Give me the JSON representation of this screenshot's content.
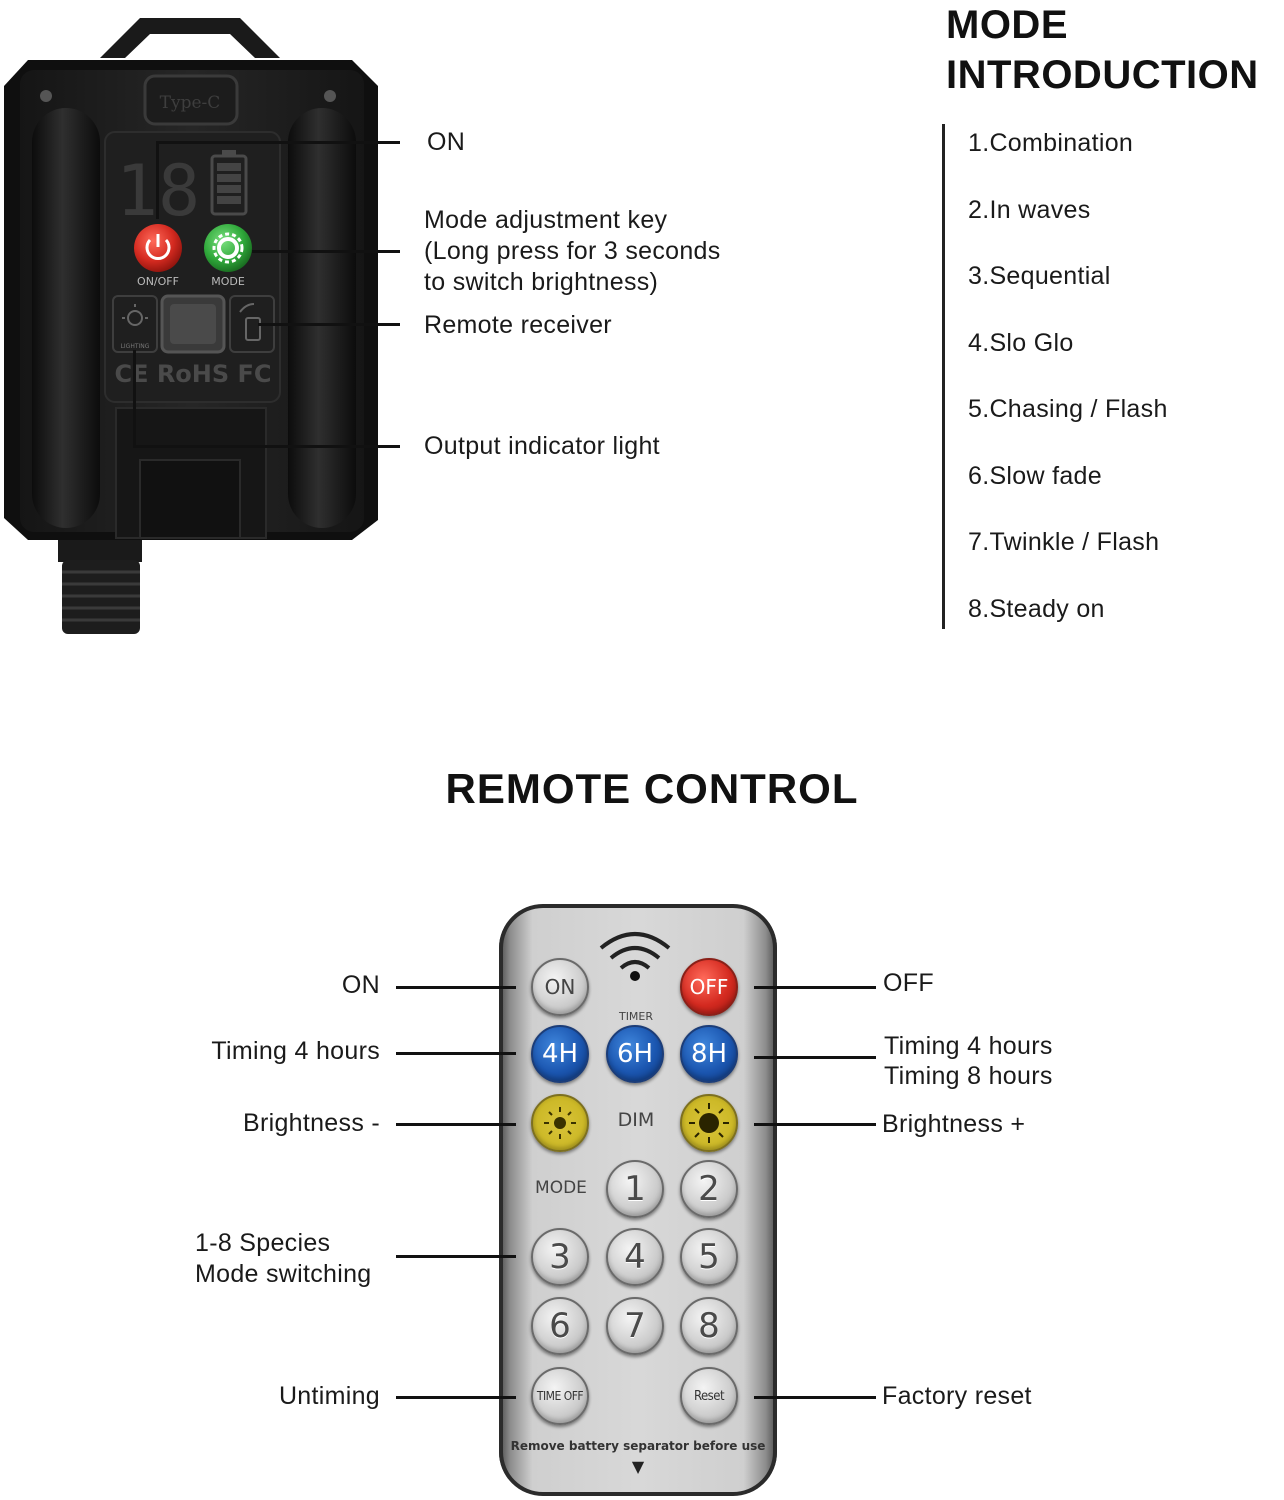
{
  "controller": {
    "port_label": "Type-C",
    "display": "18",
    "on_off_label": "ON/OFF",
    "mode_label": "MODE",
    "lighting_label": "LIGHTING",
    "certs": "CE RoHS FC"
  },
  "controller_callouts": {
    "on": "ON",
    "mode_key_line1": "Mode adjustment key",
    "mode_key_line2": "(Long press for 3 seconds",
    "mode_key_line3": "to switch brightness)",
    "remote_receiver": "Remote receiver",
    "output_indicator": "Output indicator light"
  },
  "mode_introduction": {
    "title_line1": "MODE",
    "title_line2": "INTRODUCTION",
    "items": [
      "1.Combination",
      "2.In waves",
      "3.Sequential",
      "4.Slo Glo",
      "5.Chasing / Flash",
      "6.Slow fade",
      "7.Twinkle / Flash",
      "8.Steady on"
    ]
  },
  "remote_title": "REMOTE CONTROL",
  "remote": {
    "on": "ON",
    "off": "OFF",
    "timer": "TIMER",
    "t4": "4H",
    "t6": "6H",
    "t8": "8H",
    "dim": "DIM",
    "mode": "MODE",
    "numbers": [
      "1",
      "2",
      "3",
      "4",
      "5",
      "6",
      "7",
      "8"
    ],
    "time_off": "TIME OFF",
    "reset": "Reset",
    "battery_note": "Remove battery separator before use",
    "arrow": "▼"
  },
  "remote_callouts": {
    "on": "ON",
    "off": "OFF",
    "timing_4_left": "Timing 4 hours",
    "timing_4_right": "Timing 4 hours",
    "timing_8_right": "Timing 8 hours",
    "brightness_minus": "Brightness -",
    "brightness_plus": "Brightness +",
    "species_line1": "1-8 Species",
    "species_line2": "Mode switching",
    "untiming": "Untiming",
    "factory_reset": "Factory reset"
  },
  "colors": {
    "on_button": "#d42a20",
    "mode_button": "#2fa83a",
    "timer_buttons": "#1b56b0",
    "brightness_buttons": "#cdb928"
  }
}
